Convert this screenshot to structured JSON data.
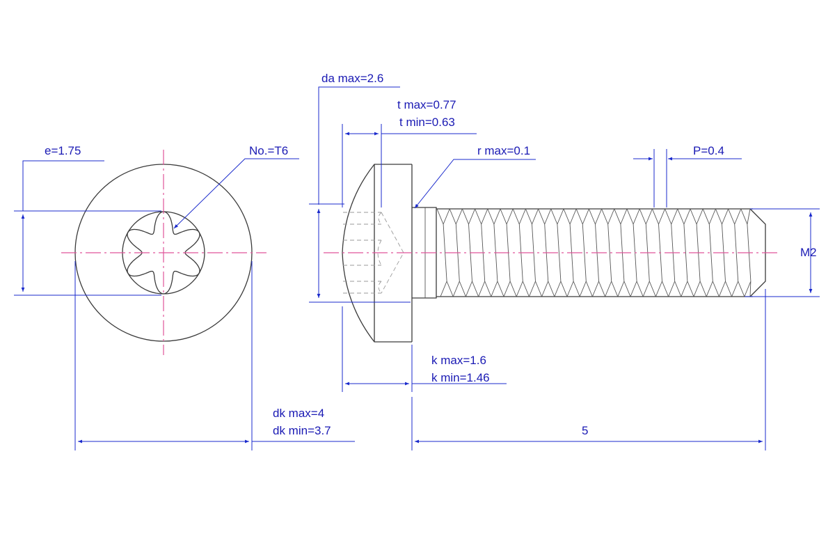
{
  "labels": {
    "da_max": "da max=2.6",
    "t_max": "t max=0.77",
    "t_min": "t min=0.63",
    "e": "e=1.75",
    "drive_no": "No.=T6",
    "r_max": "r max=0.1",
    "pitch": "P=0.4",
    "thread": "M2",
    "k_max": "k max=1.6",
    "k_min": "k min=1.46",
    "dk_max": "dk max=4",
    "dk_min": "dk min=3.7",
    "length": "5"
  },
  "colors": {
    "outline": "#3a3a3a",
    "dimension": "#1a2acc",
    "label_text": "#1a1ab4",
    "centerline": "#e0559a",
    "hidden_line": "#9a9a9a"
  }
}
